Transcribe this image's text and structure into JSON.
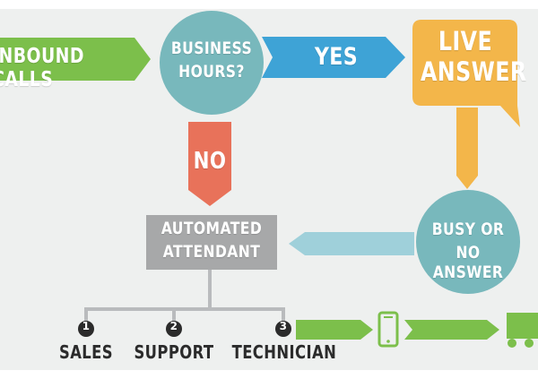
{
  "colors": {
    "green": "#7cbf4b",
    "teal": "#78b8bc",
    "blue": "#3ea3d6",
    "orange": "#f3b64a",
    "red": "#e8725a",
    "gray": "#a7a8a9",
    "light_blue": "#9fd0da",
    "dark": "#2b2b2b"
  },
  "nodes": {
    "inbound_calls": "INBOUND CALLS",
    "business_hours_line1": "BUSINESS",
    "business_hours_line2": "HOURS?",
    "yes": "YES",
    "no": "NO",
    "live_answer_line1": "LIVE",
    "live_answer_line2": "ANSWER",
    "busy_line1": "BUSY OR",
    "busy_line2": "NO ANSWER",
    "attendant_line1": "AUTOMATED",
    "attendant_line2": "ATTENDANT"
  },
  "options": [
    {
      "number": "1",
      "label": "SALES"
    },
    {
      "number": "2",
      "label": "SUPPORT"
    },
    {
      "number": "3",
      "label": "TECHNICIAN"
    }
  ],
  "icons": [
    "smartphone-icon",
    "truck-icon"
  ]
}
